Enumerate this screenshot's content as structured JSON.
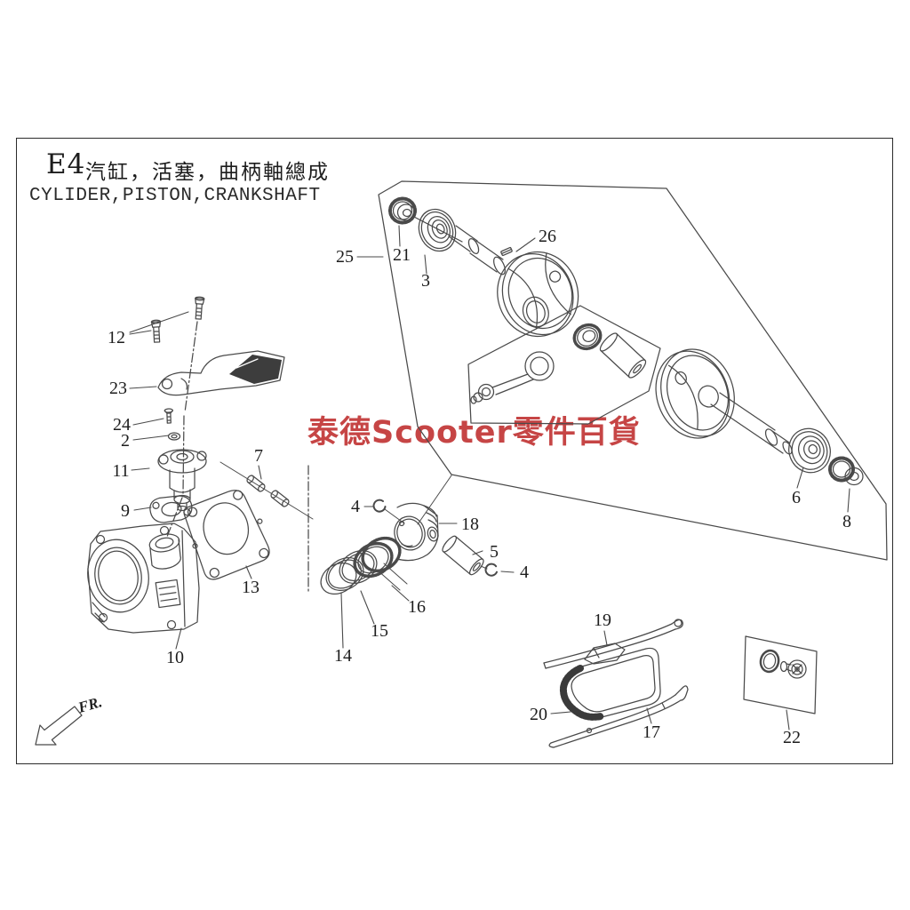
{
  "header": {
    "code": "E4",
    "title_zh": "汽缸，活塞，曲柄軸總成",
    "title_en": "CYLIDER,PISTON,CRANKSHAFT"
  },
  "watermark": {
    "text": "泰德Scooter零件百貨",
    "color": "#c64545"
  },
  "orientation": {
    "label": "FR."
  },
  "colors": {
    "line": "#4a4a4a",
    "text": "#1d1d1d",
    "dark_fill": "#3d3d3d"
  },
  "callouts": {
    "c2": "2",
    "c3": "3",
    "c4": "4",
    "c5": "5",
    "c6": "6",
    "c7": "7",
    "c8": "8",
    "c9": "9",
    "c10": "10",
    "c11": "11",
    "c12": "12",
    "c13": "13",
    "c14": "14",
    "c15": "15",
    "c16": "16",
    "c17": "17",
    "c18": "18",
    "c19": "19",
    "c20": "20",
    "c21": "21",
    "c22": "22",
    "c23": "23",
    "c24": "24",
    "c25": "25",
    "c26": "26"
  }
}
